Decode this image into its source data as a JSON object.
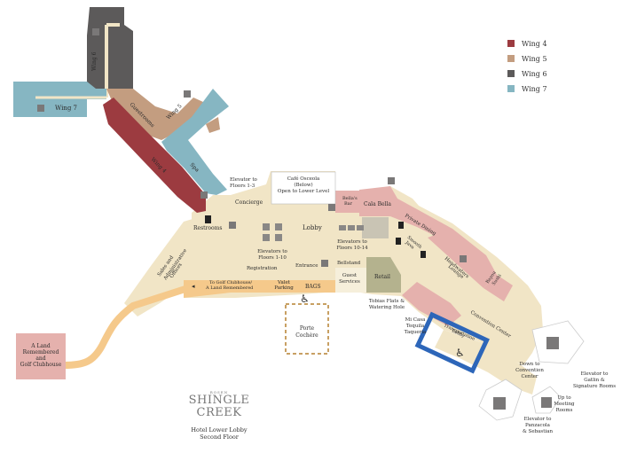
{
  "legend": [
    {
      "label": "Wing 4",
      "color": "#9c3b40"
    },
    {
      "label": "Wing 5",
      "color": "#c39d80"
    },
    {
      "label": "Wing 6",
      "color": "#5c5a5a"
    },
    {
      "label": "Wing 7",
      "color": "#86b6c2"
    }
  ],
  "colors": {
    "floor": "#f1e5c6",
    "wing4": "#9c3b40",
    "wing5": "#c39d80",
    "wing6": "#5c5a5a",
    "wing7": "#86b6c2",
    "pink": "#e5b1ad",
    "orange": "#f5c98b",
    "retail": "#b4b28e",
    "blue": "#2d66b9"
  },
  "areas": {
    "wing6": "Wing 6",
    "wing7": "Wing 7",
    "guestrooms": "Guestrooms",
    "wing5": "Wing 5",
    "wing4": "Wing 4",
    "spa": "Spa",
    "elevator_1_3": [
      "Elevator to",
      "Floors 1-3"
    ],
    "cafe": [
      "Café Osceola",
      "(Below)",
      "Open to Lower Level"
    ],
    "concierge": "Concierge",
    "bellas_bar": [
      "Bella's",
      "Bar"
    ],
    "cala_bella": "Cala Bella",
    "lobby": "Lobby",
    "restrooms": "Restrooms",
    "elevators_1_10": [
      "Elevators to",
      "Floors 1-10"
    ],
    "elevators_10_14": [
      "Elevators to",
      "Floors 10-14"
    ],
    "private_dining": "Private Dining",
    "smooth_java": [
      "Smooth",
      "Java"
    ],
    "headwaters": [
      "Headwaters",
      "Lounge"
    ],
    "sales": [
      "Sales and",
      "Administrative",
      "Offices"
    ],
    "bellstand": "Bellstand",
    "entrance": "Entrance",
    "registration": "Registration",
    "golf_sign": [
      "To Golf Clubhouse/",
      "A Land Remembered"
    ],
    "valet": [
      "Valet",
      "Parking"
    ],
    "bags": "BAGS",
    "guest_services": [
      "Guest",
      "Services"
    ],
    "retail": "Retail",
    "tobias": [
      "Tobias Flats &",
      "Watering Hole"
    ],
    "mi_casa": [
      "Mi Casa",
      "Tequila",
      "Taqueria"
    ],
    "transport": [
      "Transportation",
      "Lobby"
    ],
    "convention": "Convention Center",
    "porte": [
      "Porte",
      "Cochère"
    ],
    "land": [
      "A Land",
      "Remembered",
      "and",
      "Golf Clubhouse"
    ],
    "down_conv": [
      "Down to",
      "Convention",
      "Center"
    ],
    "gatlin": [
      "Elevator to",
      "Gatlin &",
      "Signature Rooms"
    ],
    "meeting": [
      "Up to",
      "Meeting",
      "Rooms"
    ],
    "panzacola": [
      "Elevator to",
      "Panzacola",
      "& Sebastian"
    ],
    "sushi": [
      "Bayou",
      "Sushi"
    ]
  },
  "brand": {
    "small": "ROSEN",
    "big": "SHINGLE CREEK",
    "sub": [
      "Hotel Lower Lobby",
      "Second Floor"
    ]
  }
}
